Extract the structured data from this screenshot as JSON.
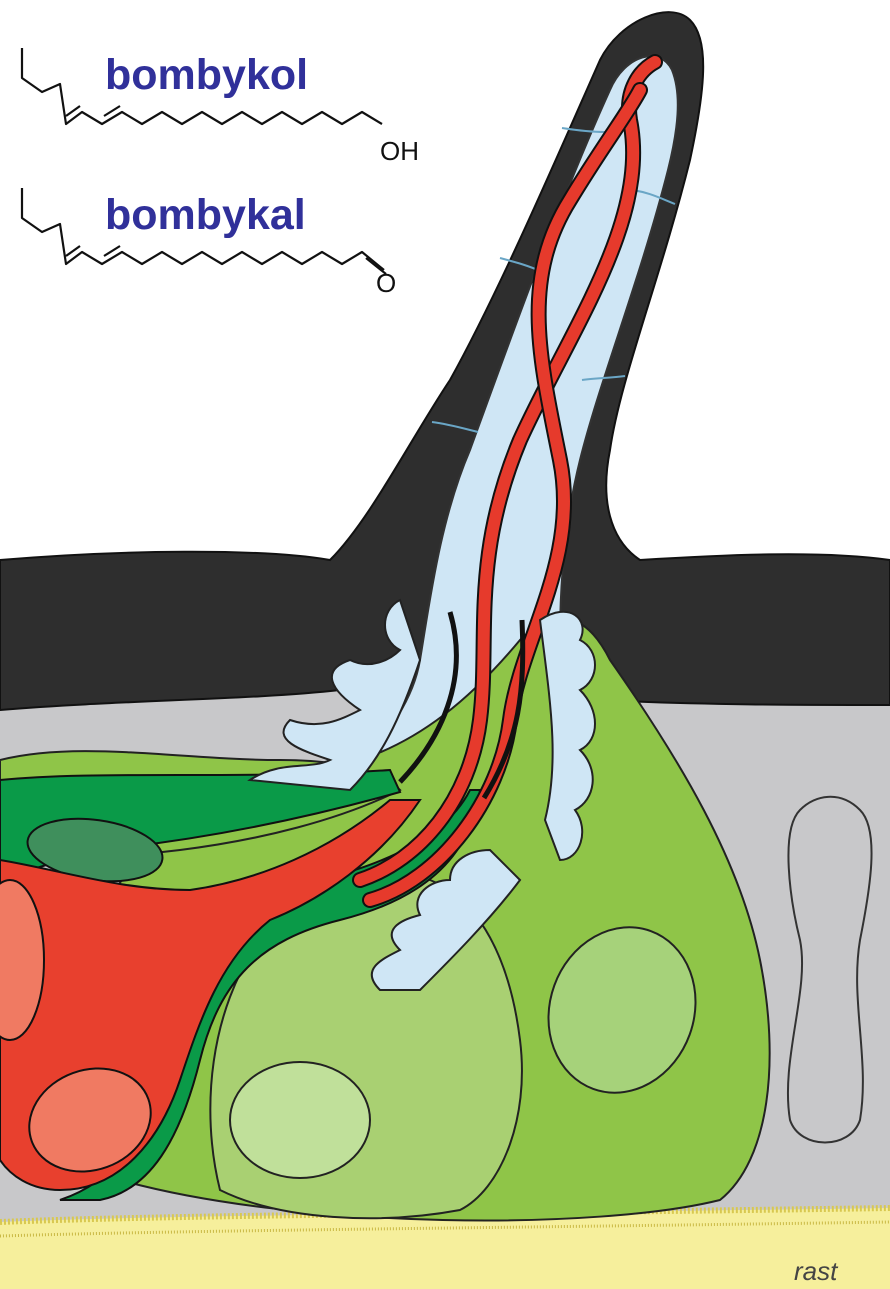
{
  "molecules": [
    {
      "name": "bombykol",
      "group": "OH"
    },
    {
      "name": "bombykal",
      "group": "O"
    }
  ],
  "signature": "rast",
  "colors": {
    "label": "#30309a",
    "cuticle": "#2e2e2e",
    "lymph": "#cfe6f5",
    "dendrite": "#e63a2c",
    "neuron_soma": "#e8402e",
    "neuron_nucleus": "#f07a62",
    "green_dark": "#0a9a48",
    "green_mid": "#8fc548",
    "green_light": "#b6d98a",
    "epidermis": "#c8c8ca",
    "basement": "#f6ef9c"
  }
}
